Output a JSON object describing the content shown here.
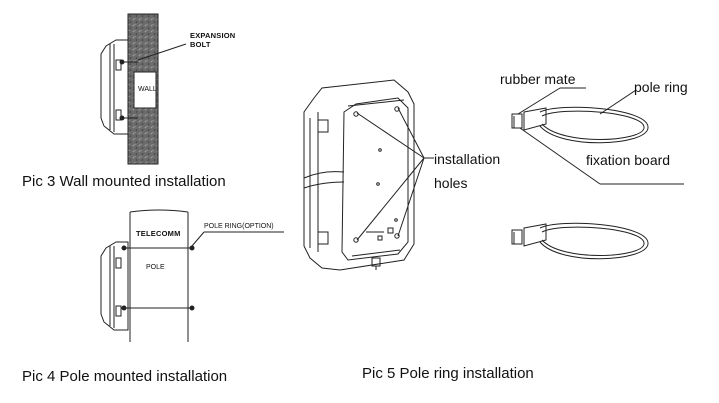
{
  "fig3": {
    "caption": "Pic 3 Wall mounted installation",
    "expansion_bolt_line1": "EXPANSION",
    "expansion_bolt_line2": "BOLT",
    "wall_label": "WALL"
  },
  "fig4": {
    "caption": "Pic 4 Pole mounted installation",
    "telecomm_label": "TELECOMM",
    "pole_label": "POLE",
    "pole_ring_option": "POLE RING(OPTION)"
  },
  "fig5": {
    "caption": "Pic 5 Pole ring installation",
    "installation_line1": "installation",
    "installation_line2": "holes"
  },
  "fig6": {
    "rubber_mate": "rubber mate",
    "pole_ring": "pole ring",
    "fixation_board": "fixation board"
  },
  "colors": {
    "line": "#222222",
    "hatch": "#555555"
  }
}
